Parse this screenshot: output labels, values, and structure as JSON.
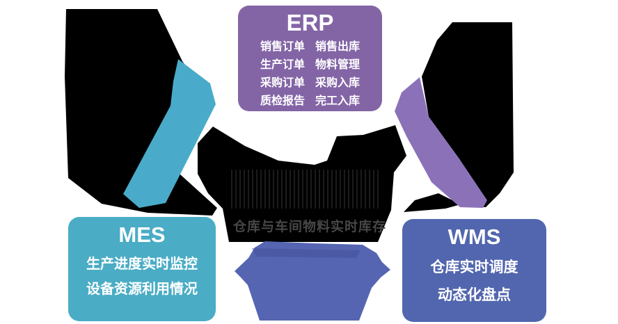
{
  "diagram": {
    "title_implicit": "ERP / MES / WMS integration diagram",
    "erp": {
      "title": "ERP",
      "rows": [
        [
          "销售订单",
          "销售出库"
        ],
        [
          "生产订单",
          "物料管理"
        ],
        [
          "采购订单",
          "采购入库"
        ],
        [
          "质检报告",
          "完工入库"
        ]
      ]
    },
    "mes": {
      "title": "MES",
      "lines": [
        "生产进度实时监控",
        "设备资源利用情况"
      ]
    },
    "wms": {
      "title": "WMS",
      "lines": [
        "仓库实时调度",
        "动态化盘点"
      ]
    },
    "center_label": "仓库与车间物料实时库存"
  },
  "colors": {
    "erp_box": "#8365A6",
    "mes_box": "#4AACC5",
    "wms_box": "#5266AF",
    "teal_band": "#49ABC9",
    "purple_band": "#8B72B8",
    "black_shape": "#000000",
    "blue_shape": "#5565B2",
    "blue_smudge": "#44519B",
    "center_label_text": "#474747",
    "box_text": "#FFFFFF"
  }
}
